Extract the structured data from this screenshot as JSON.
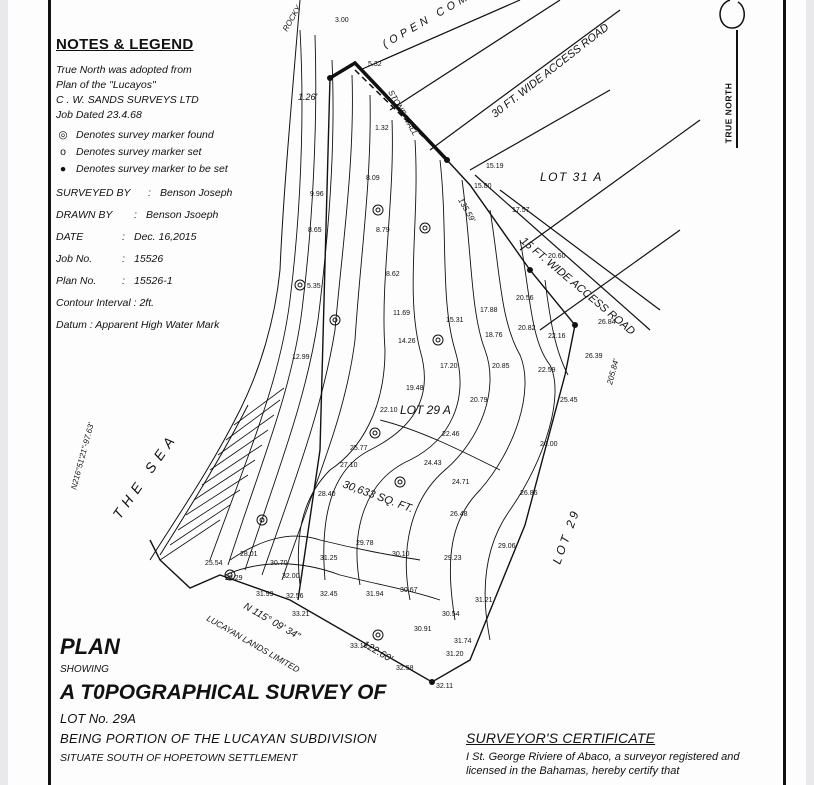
{
  "notes": {
    "title": "NOTES & LEGEND",
    "north_lines": [
      "True North was adopted from",
      "Plan of the \"Lucayos\"",
      "C . W. SANDS SURVEYS LTD",
      "Job Dated 23.4.68"
    ],
    "legend": [
      {
        "icon": "marker-found-icon",
        "glyph": "◎",
        "label": "Denotes survey marker found"
      },
      {
        "icon": "marker-set-icon",
        "glyph": "o",
        "label": "Denotes survey marker set"
      },
      {
        "icon": "marker-to-be-set-icon",
        "glyph": "●",
        "label": "Denotes survey marker to be set"
      }
    ],
    "fields": [
      {
        "key": "SURVEYED BY",
        "sep": ":",
        "value": "Benson Joseph"
      },
      {
        "key": "DRAWN BY",
        "sep": ":",
        "value": "Benson Jsoeph"
      },
      {
        "key": "DATE",
        "sep": ":",
        "value": "Dec. 16,2015"
      },
      {
        "key": "Job No.",
        "sep": ":",
        "value": "15526"
      },
      {
        "key": "Plan No.",
        "sep": ":",
        "value": "15526-1"
      }
    ],
    "contour": "Contour Interval : 2ft.",
    "datum": "Datum : Apparent High Water Mark"
  },
  "map": {
    "the_sea": "THE SEA",
    "lot_label": "LOT 29 A",
    "area": "30,633 SQ. FT.",
    "lot_31a": "LOT 31 A",
    "lot_29": "LOT 29",
    "road_30ft": "30 FT. WIDE ACCESS ROAD",
    "road_15ft": "15 FT. WIDE ACCESS ROAD",
    "open_community": "(OPEN COMMUNITY",
    "rocky": "ROCKY",
    "lucayan": "LUCAYAN LANDS LIMITED",
    "brg_bottom": "N 115° 09' 34\"",
    "dist_bottom": "122.60'",
    "brg_left": "N216°51'21\"-97.63'",
    "brg_right": "205.84'",
    "dist_top": "135.59'",
    "fence": "STONE WALL",
    "elev_1": "1.26'",
    "true_north": "TRUE NORTH",
    "colors": {
      "ink": "#111111",
      "paper": "#fdfdfd"
    }
  },
  "elevations": [
    "15.19",
    "17.57",
    "20.60",
    "15.80",
    "8.79",
    "8.62",
    "8.09",
    "8.65",
    "5.35",
    "9.96",
    "11.69",
    "14.26",
    "15.31",
    "17.88",
    "18.76",
    "20.82",
    "22.16",
    "20.56",
    "20.85",
    "22.59",
    "17.20",
    "19.48",
    "20.79",
    "22.10",
    "22.46",
    "25.45",
    "26.00",
    "25.77",
    "27.10",
    "24.43",
    "24.71",
    "28.40",
    "26.48",
    "26.86",
    "29.06",
    "29.78",
    "30.10",
    "29.23",
    "31.25",
    "30.70",
    "28.01",
    "25.54",
    "28.29",
    "32.00",
    "31.99",
    "32.56",
    "32.45",
    "31.94",
    "30.67",
    "31.21",
    "30.54",
    "30.91",
    "31.74",
    "31.20",
    "32.11",
    "33.21",
    "33.16",
    "32.58",
    "26.39",
    "26.84",
    "3.00",
    "5.32",
    "1.32",
    "12.99"
  ],
  "plan": {
    "word": "PLAN",
    "showing": "SHOWING",
    "title": "A T0POGRAPHICAL SURVEY OF",
    "lot": "LOT No. 29A",
    "portion": "BEING PORTION OF THE LUCAYAN SUBDIVISION",
    "situate": "SITUATE SOUTH OF HOPETOWN SETTLEMENT"
  },
  "certificate": {
    "title": "SURVEYOR'S CERTIFICATE",
    "text": "I St. George Riviere of Abaco, a surveyor registered and licensed in the Bahamas, hereby certify that"
  }
}
